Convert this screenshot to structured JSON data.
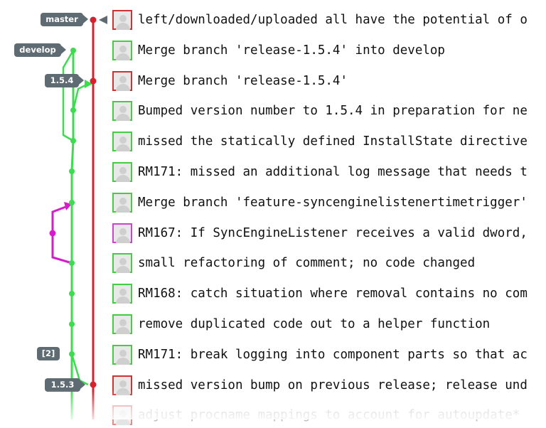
{
  "refs": {
    "master": "master",
    "develop": "develop",
    "v154": "1.5.4",
    "v153": "1.5.3",
    "stash": "[2]"
  },
  "colors": {
    "master_line": "#d7212c",
    "develop_line": "#3ddc50",
    "feature_line": "#d61ccc",
    "tag_bg": "#5f6b72"
  },
  "commits": [
    {
      "message": "left/downloaded/uploaded all have the potential of o",
      "border": "#c33",
      "faded": false
    },
    {
      "message": "Merge branch 'release-1.5.4' into develop",
      "border": "#4c4",
      "faded": false
    },
    {
      "message": "Merge branch 'release-1.5.4'",
      "border": "#c33",
      "faded": false
    },
    {
      "message": "Bumped version number to 1.5.4 in preparation for ne",
      "border": "#4c4",
      "faded": false
    },
    {
      "message": "missed the statically defined InstallState directive",
      "border": "#4c4",
      "faded": false
    },
    {
      "message": "RM171: missed an additional log message that needs t",
      "border": "#4c4",
      "faded": false
    },
    {
      "message": "Merge branch 'feature-syncenginelistenertimetrigger'",
      "border": "#4c4",
      "faded": false
    },
    {
      "message": "RM167: If SyncEngineListener receives a valid dword,",
      "border": "#c4c",
      "faded": false
    },
    {
      "message": "small refactoring of comment; no code changed",
      "border": "#4c4",
      "faded": false
    },
    {
      "message": "RM168: catch situation where removal contains no com",
      "border": "#4c4",
      "faded": false
    },
    {
      "message": "remove duplicated code out to a helper function",
      "border": "#4c4",
      "faded": false
    },
    {
      "message": "RM171: break logging into component parts so that ac",
      "border": "#4c4",
      "faded": false
    },
    {
      "message": "missed version bump on previous release; release und",
      "border": "#c33",
      "faded": false
    },
    {
      "message": "adjust procname mappings to account for autoupdate*",
      "border": "#c33",
      "faded": true
    }
  ]
}
